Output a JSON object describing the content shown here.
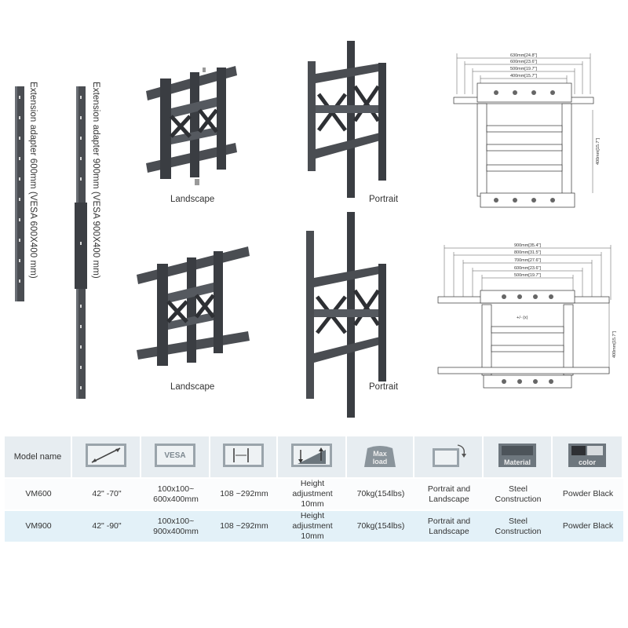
{
  "adapters": {
    "left_label": "Extension adapter 600mm (VESA 600X400 mm)",
    "right_label": "Extension adapter 900mm (VESA 900X400 mm)"
  },
  "captions": {
    "top_landscape": "Landscape",
    "top_portrait": "Portrait",
    "bottom_landscape": "Landscape",
    "bottom_portrait": "Portrait"
  },
  "drawing_top": {
    "dims": [
      "630mm[24.8\"]",
      "600mm[23.6\"]",
      "500mm[19.7\"]",
      "400mm[15.7\"]"
    ],
    "height": "400mm[15.7\"]"
  },
  "drawing_bottom": {
    "dims": [
      "900mm[35.4\"]",
      "800mm[31.5\"]",
      "700mm[27.6\"]",
      "600mm[23.6\"]",
      "500mm[19.7\"]"
    ],
    "height": "400mm[15.7\"]",
    "offset": "+/- (x)"
  },
  "table": {
    "model_header": "Model name",
    "icon_texts": {
      "vesa": "VESA",
      "max_load_1": "Max",
      "max_load_2": "load",
      "material": "Material",
      "color": "color"
    },
    "rows": [
      {
        "model": "VM600",
        "size": "42\" -70\"",
        "vesa": "100x100~\n600x400mm",
        "depth": "108 ~292mm",
        "height_adj": "Height adjustment\n10mm",
        "load": "70kg(154lbs)",
        "orientation": "Portrait and\nLandscape",
        "material": "Steel Construction",
        "color": "Powder Black"
      },
      {
        "model": "VM900",
        "size": "42\" -90\"",
        "vesa": "100x100~\n900x400mm",
        "depth": "108 ~292mm",
        "height_adj": "Height adjustment\n10mm",
        "load": "70kg(154lbs)",
        "orientation": "Portrait and\nLandscape",
        "material": "Steel Construction",
        "color": "Powder Black"
      }
    ]
  },
  "colors": {
    "header_bg": "#e7edf1",
    "row1_bg": "#fbfcfd",
    "row2_bg": "#e3f1f8",
    "steel": "#4a4d52",
    "steel_dark": "#2e3034"
  }
}
